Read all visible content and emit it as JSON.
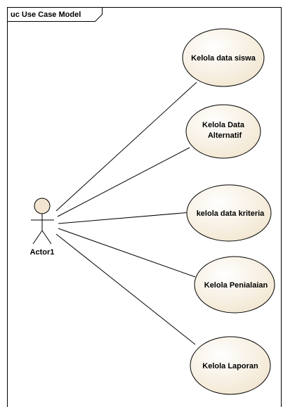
{
  "frame": {
    "title": "uc Use Case Model"
  },
  "actor": {
    "name": "Actor1"
  },
  "use_cases": [
    {
      "id": "uc-kelola-data-siswa",
      "lines": [
        "Kelola data siswa"
      ]
    },
    {
      "id": "uc-kelola-data-alternatif",
      "lines": [
        "Kelola Data",
        "Alternatif"
      ]
    },
    {
      "id": "uc-kelola-data-kriteria",
      "lines": [
        "kelola data kriteria"
      ]
    },
    {
      "id": "uc-kelola-penialaian",
      "lines": [
        "Kelola Penialaian"
      ]
    },
    {
      "id": "uc-kelola-laporan",
      "lines": [
        "Kelola Laporan"
      ]
    }
  ],
  "colors": {
    "actor_fill": "#f2e6d0",
    "usecase_fill": "#f2e6d0",
    "line": "#000000"
  }
}
